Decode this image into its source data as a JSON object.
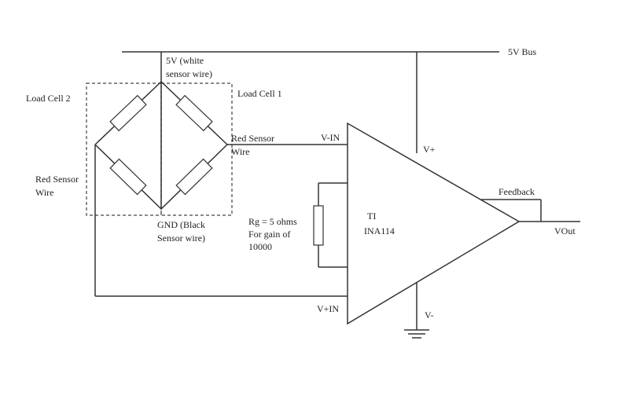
{
  "labels": {
    "bus": "5V Bus",
    "five_v_line1": "5V (white",
    "five_v_line2": "sensor wire)",
    "load_cell_2": "Load Cell 2",
    "load_cell_1": "Load Cell 1",
    "red_sensor_right_line1": "Red Sensor",
    "red_sensor_right_line2": "Wire",
    "red_sensor_left_line1": "Red Sensor",
    "red_sensor_left_line2": "Wire",
    "gnd_line1": "GND (Black",
    "gnd_line2": "Sensor wire)",
    "v_minus_in": "V-IN",
    "v_plus_in": "V+IN",
    "v_plus": "V+",
    "v_minus": "V-",
    "feedback": "Feedback",
    "vout": "VOut",
    "rg_line1": "Rg = 5 ohms",
    "rg_line2": "For gain of",
    "rg_line3": "10000",
    "amp_line1": "TI",
    "amp_line2": "INA114"
  }
}
